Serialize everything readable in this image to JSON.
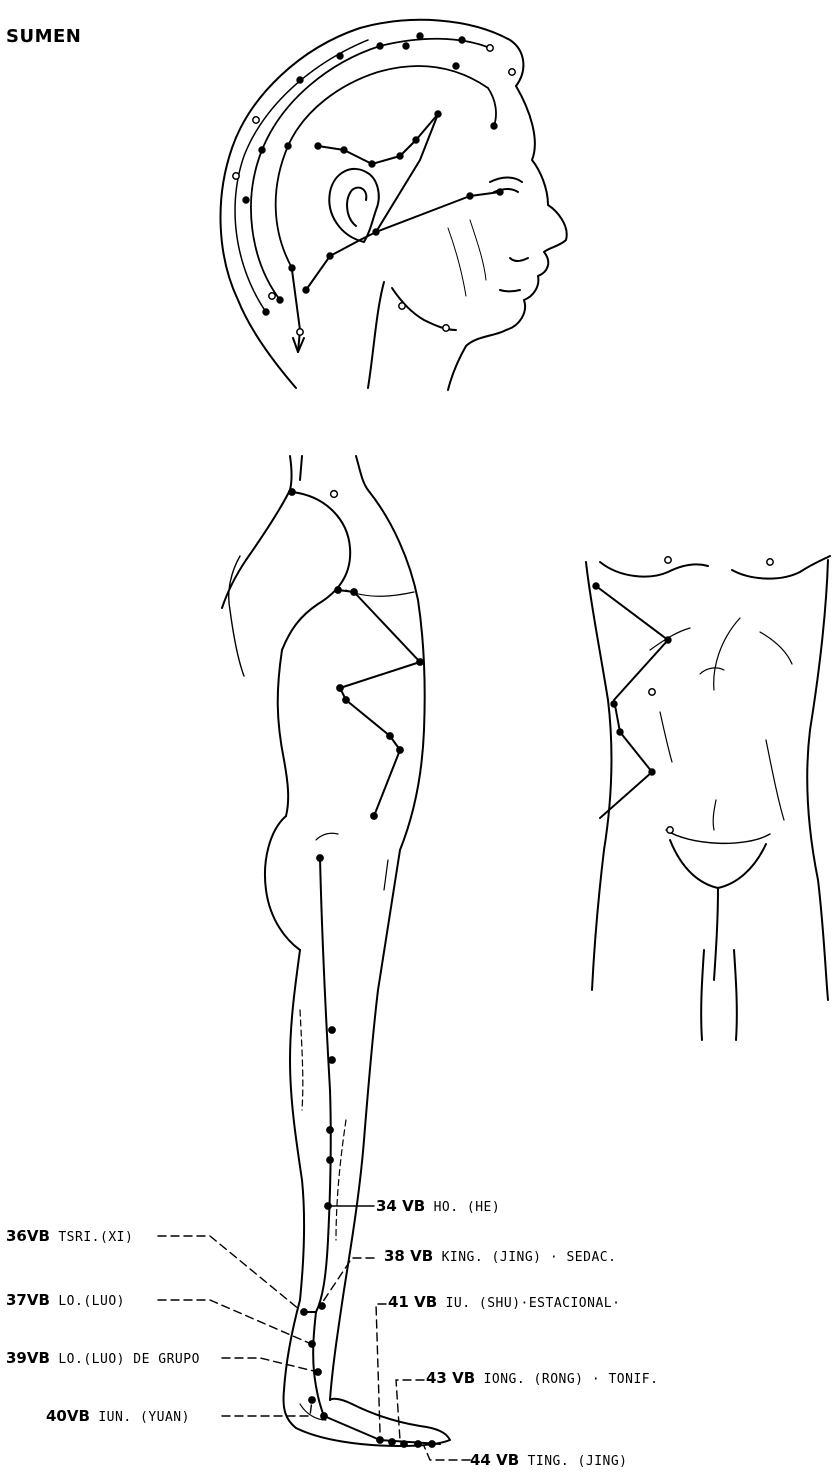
{
  "title": "SUMEN",
  "labels": {
    "p34": {
      "code": "34 VB",
      "desc": "HO. (HE)"
    },
    "p36": {
      "code": "36VB",
      "desc": "TSRI.(XI)"
    },
    "p37": {
      "code": "37VB",
      "desc": "LO.(LUO)"
    },
    "p38": {
      "code": "38 VB",
      "desc": "KING. (JING) · SEDAC."
    },
    "p39": {
      "code": "39VB",
      "desc": "LO.(LUO) DE GRUPO"
    },
    "p40": {
      "code": "40VB",
      "desc": "IUN. (YUAN)"
    },
    "p41": {
      "code": "41 VB",
      "desc": "IU. (SHU)·ESTACIONAL·"
    },
    "p43": {
      "code": "43 VB",
      "desc": "IONG. (RONG) · TONIF."
    },
    "p44": {
      "code": "44 VB",
      "desc": "TING. (JING)"
    }
  },
  "colors": {
    "ink": "#000000",
    "paper": "#ffffff"
  }
}
